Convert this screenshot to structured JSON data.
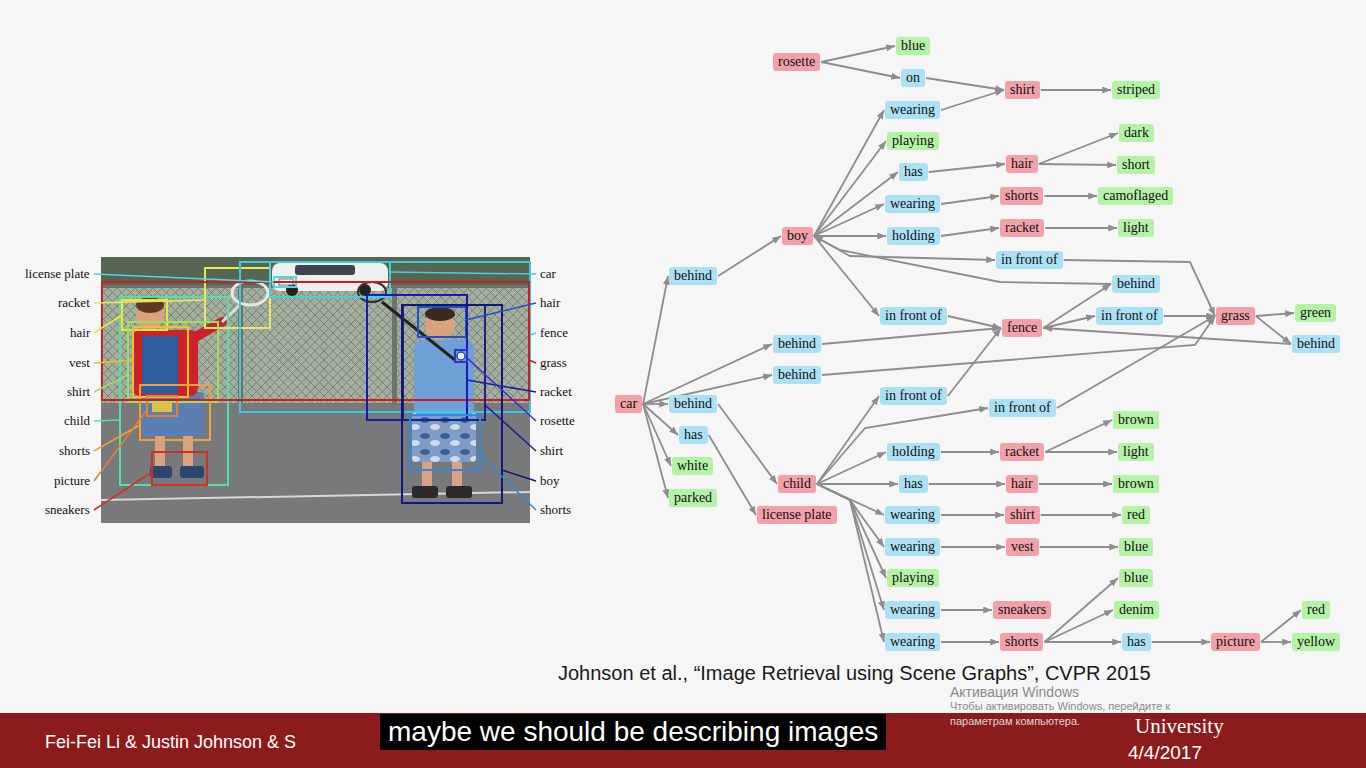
{
  "diagram": {
    "nodes": [
      {
        "text": [
          "rosette"
        ]
      },
      {
        "text": [
          "blue"
        ]
      },
      {
        "text": [
          "on"
        ]
      },
      {
        "text": [
          "shirt"
        ]
      },
      {
        "text": [
          "striped"
        ]
      },
      {
        "text": [
          "wearing"
        ]
      },
      {
        "text": [
          "playing"
        ]
      },
      {
        "text": [
          "dark"
        ]
      },
      {
        "text": [
          "has"
        ]
      },
      {
        "text": [
          "hair"
        ]
      },
      {
        "text": [
          "short"
        ]
      },
      {
        "text": [
          "wearing"
        ]
      },
      {
        "text": [
          "shorts"
        ]
      },
      {
        "text": [
          "camoflaged"
        ]
      },
      {
        "text": [
          "boy"
        ]
      },
      {
        "text": [
          "holding"
        ]
      },
      {
        "text": [
          "racket"
        ]
      },
      {
        "text": [
          "light"
        ]
      },
      {
        "text": [
          "in front of"
        ]
      },
      {
        "text": [
          "behind"
        ]
      },
      {
        "text": [
          "behind"
        ]
      },
      {
        "text": [
          "in front of"
        ]
      },
      {
        "text": [
          "fence"
        ]
      },
      {
        "text": [
          "in front of"
        ]
      },
      {
        "text": [
          "grass"
        ]
      },
      {
        "text": [
          "green"
        ]
      },
      {
        "text": [
          "behind"
        ]
      },
      {
        "text": [
          "behind"
        ]
      },
      {
        "text": [
          "behind"
        ]
      },
      {
        "text": [
          "in front of"
        ]
      },
      {
        "text": [
          "car"
        ]
      },
      {
        "text": [
          "behind"
        ]
      },
      {
        "text": [
          "in front of"
        ]
      },
      {
        "text": [
          "brown"
        ]
      },
      {
        "text": [
          "has"
        ]
      },
      {
        "text": [
          "holding"
        ]
      },
      {
        "text": [
          "racket"
        ]
      },
      {
        "text": [
          "light"
        ]
      },
      {
        "text": [
          "white"
        ]
      },
      {
        "text": [
          "child"
        ]
      },
      {
        "text": [
          "has"
        ]
      },
      {
        "text": [
          "hair"
        ]
      },
      {
        "text": [
          "brown"
        ]
      },
      {
        "text": [
          "parked"
        ]
      },
      {
        "text": [
          "license plate"
        ]
      },
      {
        "text": [
          "wearing"
        ]
      },
      {
        "text": [
          "shirt"
        ]
      },
      {
        "text": [
          "red"
        ]
      },
      {
        "text": [
          "wearing"
        ]
      },
      {
        "text": [
          "vest"
        ]
      },
      {
        "text": [
          "blue"
        ]
      },
      {
        "text": [
          "playing"
        ]
      },
      {
        "text": [
          "blue"
        ]
      },
      {
        "text": [
          "wearing"
        ]
      },
      {
        "text": [
          "sneakers"
        ]
      },
      {
        "text": [
          "denim"
        ]
      },
      {
        "text": [
          "red"
        ]
      },
      {
        "text": [
          "wearing"
        ]
      },
      {
        "text": [
          "shorts"
        ]
      },
      {
        "text": [
          "has"
        ]
      },
      {
        "text": [
          "picture"
        ]
      },
      {
        "text": [
          "yellow"
        ]
      }
    ],
    "edges": [
      {
        "from": 0,
        "to": 1,
        "arrow": "to"
      },
      {
        "from": 0,
        "to": 2,
        "arrow": "to"
      },
      {
        "from": 2,
        "to": 3,
        "arrow": "to"
      },
      {
        "from": 3,
        "to": 4,
        "arrow": "to"
      },
      {
        "from": 14,
        "to": 5,
        "arrow": "to"
      },
      {
        "from": 5,
        "to": 3,
        "arrow": "to"
      },
      {
        "from": 14,
        "to": 6,
        "arrow": "to"
      },
      {
        "from": 14,
        "to": 8,
        "arrow": "to"
      },
      {
        "from": 8,
        "to": 9,
        "arrow": "to"
      },
      {
        "from": 9,
        "to": 7,
        "arrow": "to"
      },
      {
        "from": 9,
        "to": 10,
        "arrow": "to"
      },
      {
        "from": 14,
        "to": 11,
        "arrow": "to"
      },
      {
        "from": 11,
        "to": 12,
        "arrow": "to"
      },
      {
        "from": 12,
        "to": 13,
        "arrow": "to"
      },
      {
        "from": 14,
        "to": 15,
        "arrow": "to"
      },
      {
        "from": 15,
        "to": 16,
        "arrow": "to"
      },
      {
        "from": 16,
        "to": 17,
        "arrow": "to"
      },
      {
        "from": 14,
        "to": 18,
        "arrow": "to"
      },
      {
        "from": 18,
        "to": 24,
        "arrow": "to"
      },
      {
        "from": 20,
        "to": 14,
        "arrow": "to"
      },
      {
        "from": 22,
        "to": 20,
        "arrow": "to"
      },
      {
        "from": 14,
        "to": 21,
        "arrow": "to"
      },
      {
        "from": 21,
        "to": 22,
        "arrow": "to"
      },
      {
        "from": 22,
        "to": 23,
        "arrow": "to"
      },
      {
        "from": 23,
        "to": 24,
        "arrow": "to"
      },
      {
        "from": 24,
        "to": 25,
        "arrow": "to"
      },
      {
        "from": 24,
        "to": 26,
        "arrow": "to"
      },
      {
        "from": 26,
        "to": 22,
        "arrow": "to"
      },
      {
        "from": 30,
        "to": 19,
        "arrow": "to"
      },
      {
        "from": 19,
        "to": 14,
        "arrow": "to"
      },
      {
        "from": 30,
        "to": 27,
        "arrow": "to"
      },
      {
        "from": 27,
        "to": 22,
        "arrow": "to"
      },
      {
        "from": 30,
        "to": 28,
        "arrow": "to"
      },
      {
        "from": 28,
        "to": 24,
        "arrow": "to"
      },
      {
        "from": 30,
        "to": 31,
        "arrow": "to"
      },
      {
        "from": 31,
        "to": 39,
        "arrow": "to"
      },
      {
        "from": 30,
        "to": 34,
        "arrow": "to"
      },
      {
        "from": 34,
        "to": 44,
        "arrow": "to"
      },
      {
        "from": 30,
        "to": 38,
        "arrow": "to"
      },
      {
        "from": 30,
        "to": 43,
        "arrow": "to"
      },
      {
        "from": 39,
        "to": 29,
        "arrow": "to"
      },
      {
        "from": 29,
        "to": 22,
        "arrow": "to"
      },
      {
        "from": 39,
        "to": 32,
        "arrow": "to"
      },
      {
        "from": 32,
        "to": 24,
        "arrow": "to"
      },
      {
        "from": 39,
        "to": 35,
        "arrow": "to"
      },
      {
        "from": 35,
        "to": 36,
        "arrow": "to"
      },
      {
        "from": 36,
        "to": 33,
        "arrow": "to"
      },
      {
        "from": 36,
        "to": 37,
        "arrow": "to"
      },
      {
        "from": 39,
        "to": 40,
        "arrow": "to"
      },
      {
        "from": 40,
        "to": 41,
        "arrow": "to"
      },
      {
        "from": 41,
        "to": 42,
        "arrow": "to"
      },
      {
        "from": 39,
        "to": 45,
        "arrow": "to"
      },
      {
        "from": 45,
        "to": 46,
        "arrow": "to"
      },
      {
        "from": 46,
        "to": 47,
        "arrow": "to"
      },
      {
        "from": 39,
        "to": 48,
        "arrow": "to"
      },
      {
        "from": 48,
        "to": 49,
        "arrow": "to"
      },
      {
        "from": 49,
        "to": 50,
        "arrow": "to"
      },
      {
        "from": 39,
        "to": 51,
        "arrow": "to"
      },
      {
        "from": 39,
        "to": 53,
        "arrow": "to"
      },
      {
        "from": 53,
        "to": 54,
        "arrow": "to"
      },
      {
        "from": 39,
        "to": 57,
        "arrow": "to"
      },
      {
        "from": 57,
        "to": 58,
        "arrow": "to"
      },
      {
        "from": 58,
        "to": 52,
        "arrow": "to"
      },
      {
        "from": 58,
        "to": 55,
        "arrow": "to"
      },
      {
        "from": 58,
        "to": 59,
        "arrow": "to"
      },
      {
        "from": 59,
        "to": 60,
        "arrow": "to"
      },
      {
        "from": 60,
        "to": 56,
        "arrow": "to"
      },
      {
        "from": 60,
        "to": 61,
        "arrow": "to"
      }
    ],
    "labels": [
      "license plate",
      "racket",
      "hair",
      "vest",
      "shirt",
      "child",
      "shorts",
      "picture",
      "sneakers",
      "car",
      "hair",
      "fence",
      "grass",
      "racket",
      "rosette",
      "shirt",
      "boy",
      "shorts",
      "Johnson et al., “Image Retrieval using Scene Graphs”, CVPR 2015",
      "Fei-Fei Li & Justin Johnson & S",
      "maybe we should be describing images",
      "University",
      "4/4/2017",
      "Активация Windows",
      "Чтобы активировать Windows, перейдите к",
      "параметрам компьютера."
    ]
  }
}
